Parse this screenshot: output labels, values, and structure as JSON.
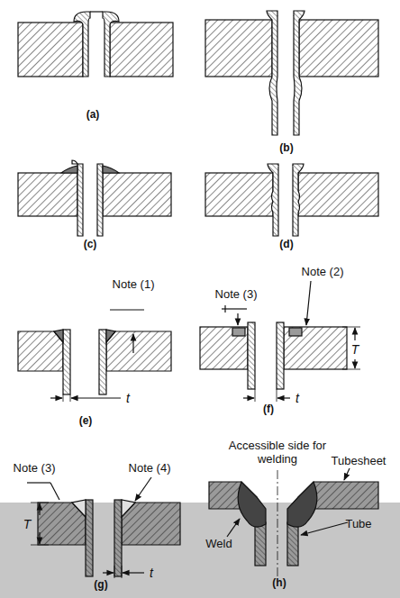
{
  "diagram": {
    "labels": [
      "(a)",
      "(b)",
      "(c)",
      "(d)",
      "Note (1)",
      "Note (3)",
      "Note (2)",
      "t",
      "T",
      "t",
      "(e)",
      "(f)",
      "Accessible side for welding",
      "Tubesheet",
      "Note (3)",
      "Note (4)",
      "T",
      "Weld",
      "Tube",
      "t",
      "(g)",
      "(h)"
    ]
  }
}
